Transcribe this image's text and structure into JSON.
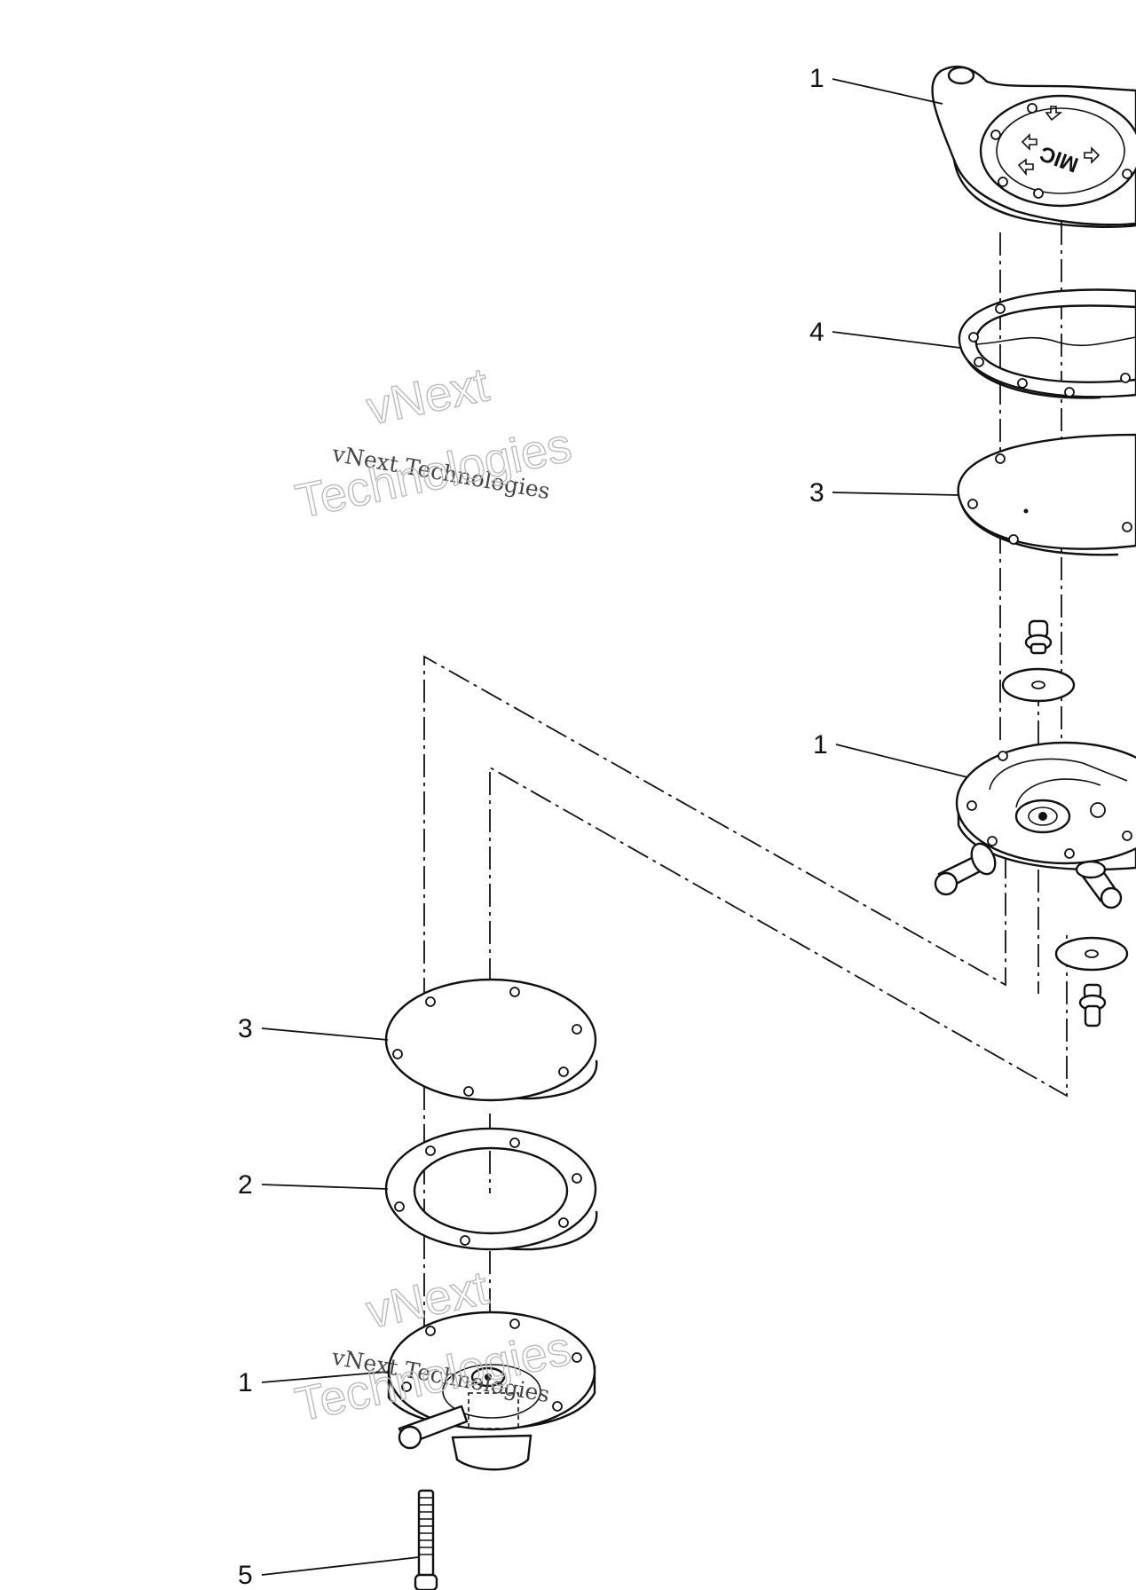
{
  "callouts": [
    {
      "id": "c1",
      "text": "1"
    },
    {
      "id": "c2",
      "text": "4"
    },
    {
      "id": "c3",
      "text": "3"
    },
    {
      "id": "c4",
      "text": "1"
    },
    {
      "id": "c5",
      "text": "3"
    },
    {
      "id": "c6",
      "text": "2"
    },
    {
      "id": "c7",
      "text": "1"
    },
    {
      "id": "c8",
      "text": "5"
    }
  ],
  "cover_marking": "MIC",
  "watermark": {
    "line1": "vNext",
    "line2": "vNext Technologies",
    "line3": "Technologies"
  }
}
